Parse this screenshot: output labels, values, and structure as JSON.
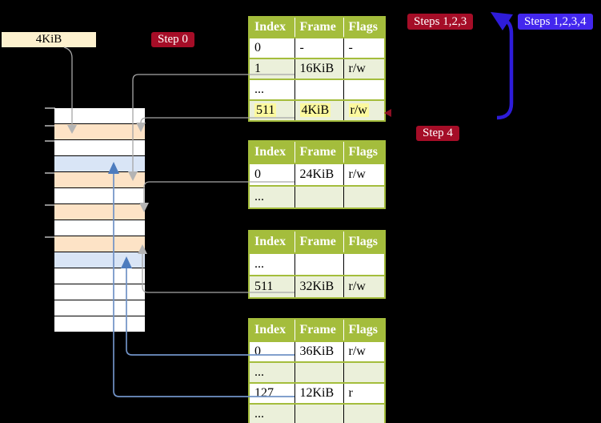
{
  "labels": {
    "frame_size": "4KiB",
    "step0": "Step 0",
    "steps123": "Steps 1,2,3",
    "steps1234": "Steps 1,2,3,4",
    "step4": "Step 4"
  },
  "colors": {
    "background": "#000000",
    "table_header_green": "#a4bd3c",
    "table_row_green": "#ebf0da",
    "highlight_yellow": "#fcf99f",
    "badge_red": "#a50d27",
    "badge_indigo": "#4327ee",
    "arrow_indigo": "#2e1cd9",
    "label_beige": "#fdf1ce",
    "frame_peach": "#fde3c6",
    "frame_blue": "#d9e5f6",
    "connector_grey": "#a6a6a6",
    "connector_blue": "#7092c6"
  },
  "memory": {
    "rows": [
      "white",
      "peach",
      "white",
      "blue",
      "peach",
      "white",
      "peach",
      "white",
      "peach",
      "blue",
      "white",
      "white",
      "white",
      "white"
    ],
    "row_colors": {
      "white": "#ffffff",
      "peach": "#fde3c6",
      "blue": "#d9e5f6"
    },
    "tick_count": 6
  },
  "page_tables": [
    {
      "headers": [
        "Index",
        "Frame",
        "Flags"
      ],
      "rows": [
        {
          "cells": [
            "0",
            "-",
            "-"
          ],
          "shade": false,
          "highlight": false
        },
        {
          "cells": [
            "1",
            "16KiB",
            "r/w"
          ],
          "shade": true,
          "highlight": false
        },
        {
          "cells": [
            "...",
            "",
            ""
          ],
          "shade": false,
          "highlight": false
        },
        {
          "cells": [
            "511",
            "4KiB",
            "r/w"
          ],
          "shade": true,
          "highlight": true
        }
      ]
    },
    {
      "headers": [
        "Index",
        "Frame",
        "Flags"
      ],
      "rows": [
        {
          "cells": [
            "0",
            "24KiB",
            "r/w"
          ],
          "shade": false,
          "highlight": false
        },
        {
          "cells": [
            "...",
            "",
            ""
          ],
          "shade": true,
          "highlight": false
        }
      ]
    },
    {
      "headers": [
        "Index",
        "Frame",
        "Flags"
      ],
      "rows": [
        {
          "cells": [
            "...",
            "",
            ""
          ],
          "shade": false,
          "highlight": false
        },
        {
          "cells": [
            "511",
            "32KiB",
            "r/w"
          ],
          "shade": true,
          "highlight": false
        }
      ]
    },
    {
      "headers": [
        "Index",
        "Frame",
        "Flags"
      ],
      "rows": [
        {
          "cells": [
            "0",
            "36KiB",
            "r/w"
          ],
          "shade": false,
          "highlight": false
        },
        {
          "cells": [
            "...",
            "",
            ""
          ],
          "shade": true,
          "highlight": false
        },
        {
          "cells": [
            "127",
            "12KiB",
            "r"
          ],
          "shade": false,
          "highlight": false
        },
        {
          "cells": [
            "...",
            "",
            ""
          ],
          "shade": true,
          "highlight": false
        }
      ]
    }
  ]
}
